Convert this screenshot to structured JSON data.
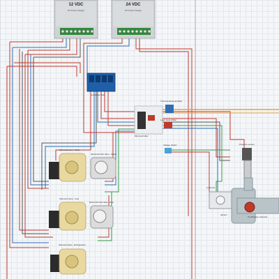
{
  "psus": [
    {
      "voltage": "12 VDC",
      "subtitle": "DC Power Supply"
    },
    {
      "voltage": "24 VDC",
      "subtitle": "DC Power Supply"
    }
  ],
  "labels": {
    "relay": "4-channel relay",
    "thermocouple_amp": "Thermocouple amplifier",
    "microcontroller": "Microcontroller",
    "level_shifter": "Logic level shifter",
    "voltage_divider": "Voltage divider",
    "pressure_sensor": "Pressure sensor",
    "solenoid_water": "Solenoid valve - Water",
    "motorized_water": "Motorized ball valve - Water",
    "solenoid_fuel": "Solenoid valve - Fuel",
    "motorized_fuel": "Motorized ball valve - Fuel",
    "solenoid_extinguisher": "Solenoid valve - Extinguisher",
    "load_cell": "Load cell",
    "ignition": "Ignition",
    "combustion": "Combustion chamber"
  },
  "colors": {
    "wire_red": "#c0392b",
    "wire_blue": "#2f6fb5",
    "wire_green": "#3a9a4a",
    "wire_orange": "#e8a23a",
    "wire_dark": "#555555",
    "relay_blue": "#1f5fa8",
    "psu_gray": "#cfd3d6",
    "terminal_green": "#2e8b3a",
    "valve_yellow": "#e9d9a0",
    "pipe_gray": "#b9c4c9"
  }
}
